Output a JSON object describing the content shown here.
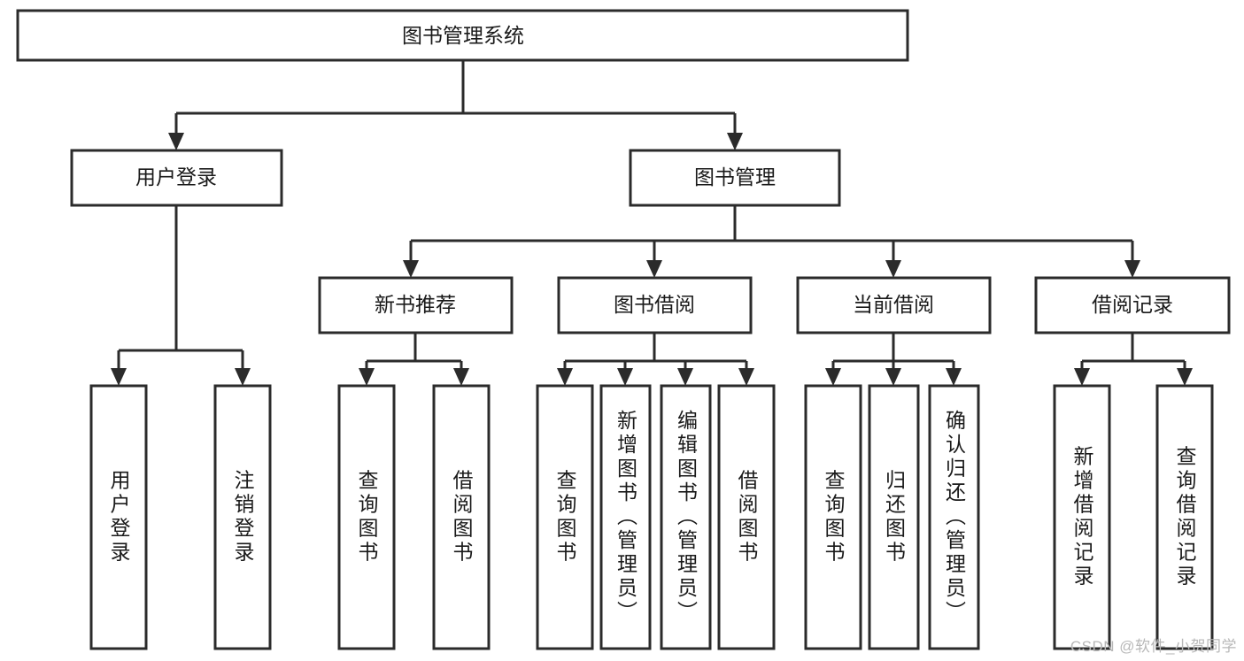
{
  "diagram": {
    "title": "图书管理系统",
    "watermark": "CSDN @软件_小贺同学",
    "colors": {
      "background": "#ffffff",
      "stroke": "#2b2b2b",
      "text": "#1a1a1a",
      "watermark": "#b8b8b8"
    },
    "nodes": {
      "root": {
        "label": "图书管理系统",
        "orientation": "horizontal"
      },
      "level2": [
        {
          "id": "user-login",
          "label": "用户登录",
          "orientation": "horizontal"
        },
        {
          "id": "book-manage",
          "label": "图书管理",
          "orientation": "horizontal"
        }
      ],
      "level3": [
        {
          "id": "new-book-recommend",
          "label": "新书推荐",
          "orientation": "horizontal"
        },
        {
          "id": "book-borrow",
          "label": "图书借阅",
          "orientation": "horizontal"
        },
        {
          "id": "current-borrow",
          "label": "当前借阅",
          "orientation": "horizontal"
        },
        {
          "id": "borrow-record",
          "label": "借阅记录",
          "orientation": "horizontal"
        }
      ],
      "leaves": [
        {
          "id": "leaf-user-login",
          "label": "用户登录",
          "orientation": "vertical",
          "parent": "user-login"
        },
        {
          "id": "leaf-user-logout",
          "label": "注销登录",
          "orientation": "vertical",
          "parent": "user-login"
        },
        {
          "id": "leaf-query-book-1",
          "label": "查询图书",
          "orientation": "vertical",
          "parent": "new-book-recommend"
        },
        {
          "id": "leaf-borrow-book-1",
          "label": "借阅图书",
          "orientation": "vertical",
          "parent": "new-book-recommend"
        },
        {
          "id": "leaf-query-book-2",
          "label": "查询图书",
          "orientation": "vertical",
          "parent": "book-borrow"
        },
        {
          "id": "leaf-add-book",
          "label": "新增图书（管理员）",
          "orientation": "vertical",
          "parent": "book-borrow"
        },
        {
          "id": "leaf-edit-book",
          "label": "编辑图书（管理员）",
          "orientation": "vertical",
          "parent": "book-borrow"
        },
        {
          "id": "leaf-borrow-book-2",
          "label": "借阅图书",
          "orientation": "vertical",
          "parent": "book-borrow"
        },
        {
          "id": "leaf-query-book-3",
          "label": "查询图书",
          "orientation": "vertical",
          "parent": "current-borrow"
        },
        {
          "id": "leaf-return-book",
          "label": "归还图书",
          "orientation": "vertical",
          "parent": "current-borrow"
        },
        {
          "id": "leaf-confirm-return",
          "label": "确认归还（管理员）",
          "orientation": "vertical",
          "parent": "current-borrow"
        },
        {
          "id": "leaf-add-record",
          "label": "新增借阅记录",
          "orientation": "vertical",
          "parent": "borrow-record"
        },
        {
          "id": "leaf-query-record",
          "label": "查询借阅记录",
          "orientation": "vertical",
          "parent": "borrow-record"
        }
      ]
    }
  }
}
